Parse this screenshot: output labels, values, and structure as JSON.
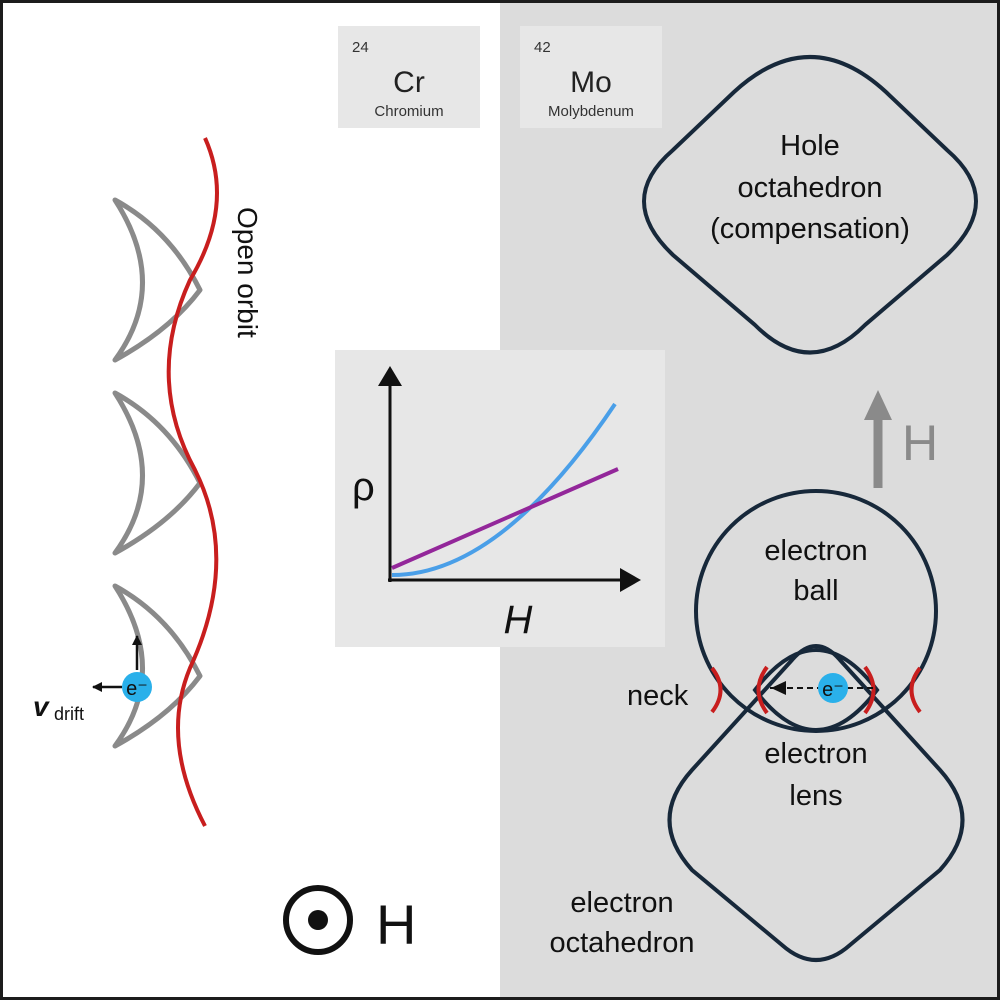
{
  "elements": [
    {
      "symbol": "Cr",
      "number": "24",
      "name": "Chromium"
    },
    {
      "symbol": "Mo",
      "number": "42",
      "name": "Molybdenum"
    }
  ],
  "left_panel": {
    "orbit_label": "Open orbit",
    "electron_label": "e⁻",
    "velocity_symbol": "v",
    "velocity_subscript": "drift",
    "field_label": "H"
  },
  "inset_plot": {
    "y_axis_label": "ρ",
    "x_axis_label": "H",
    "curve_colors": {
      "quadratic": "#4a9fe8",
      "linear": "#93279a"
    }
  },
  "right_panel": {
    "hole_label": [
      "Hole",
      "octahedron",
      "(compensation)"
    ],
    "field_label": "H",
    "ball_label": [
      "electron",
      "ball"
    ],
    "neck_label": "neck",
    "electron_label": "e⁻",
    "lens_label": [
      "electron",
      "lens"
    ],
    "octahedron_label": [
      "electron",
      "octahedron"
    ]
  },
  "colors": {
    "background_right": "#dcdcdc",
    "element_box": "#e7e7e7",
    "orbit_red": "#c81e1e",
    "pocket_gray": "#8a8a8a",
    "electron_blue": "#2ab0ea",
    "surface_navy": "#17283a"
  }
}
